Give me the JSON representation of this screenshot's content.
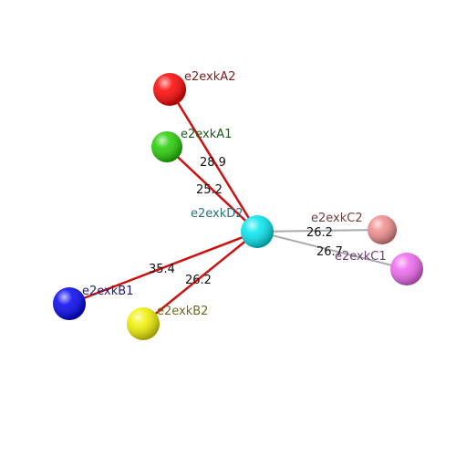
{
  "diagram": {
    "nodes": [
      {
        "id": "A2",
        "label": "e2exkA2",
        "color": "#ff0000",
        "label_color": "#7a1f1f"
      },
      {
        "id": "A1",
        "label": "e2exkA1",
        "color": "#22cc00",
        "label_color": "#1f5a1f"
      },
      {
        "id": "D2",
        "label": "e2exkD2",
        "color": "#00e5ee",
        "label_color": "#2a6f80"
      },
      {
        "id": "C2",
        "label": "e2exkC2",
        "color": "#f08a8a",
        "label_color": "#6f3f3f"
      },
      {
        "id": "C1",
        "label": "e2exkC1",
        "color": "#ee66ee",
        "label_color": "#6a3f6f"
      },
      {
        "id": "B1",
        "label": "e2exkB1",
        "color": "#0000ee",
        "label_color": "#1f1f6f"
      },
      {
        "id": "B2",
        "label": "e2exkB2",
        "color": "#f0f000",
        "label_color": "#6f6a1f"
      }
    ],
    "edges": [
      {
        "from": "A2",
        "to": "D2",
        "value": "28.9",
        "color": "#cc1111"
      },
      {
        "from": "A1",
        "to": "D2",
        "value": "25.2",
        "color": "#cc1111"
      },
      {
        "from": "B1",
        "to": "D2",
        "value": "35.4",
        "color": "#cc1111"
      },
      {
        "from": "B2",
        "to": "D2",
        "value": "26.2",
        "color": "#cc1111"
      },
      {
        "from": "C2",
        "to": "D2",
        "value": "26.2",
        "color": "#aaaaaa"
      },
      {
        "from": "C1",
        "to": "D2",
        "value": "26.7",
        "color": "#aaaaaa"
      }
    ]
  }
}
